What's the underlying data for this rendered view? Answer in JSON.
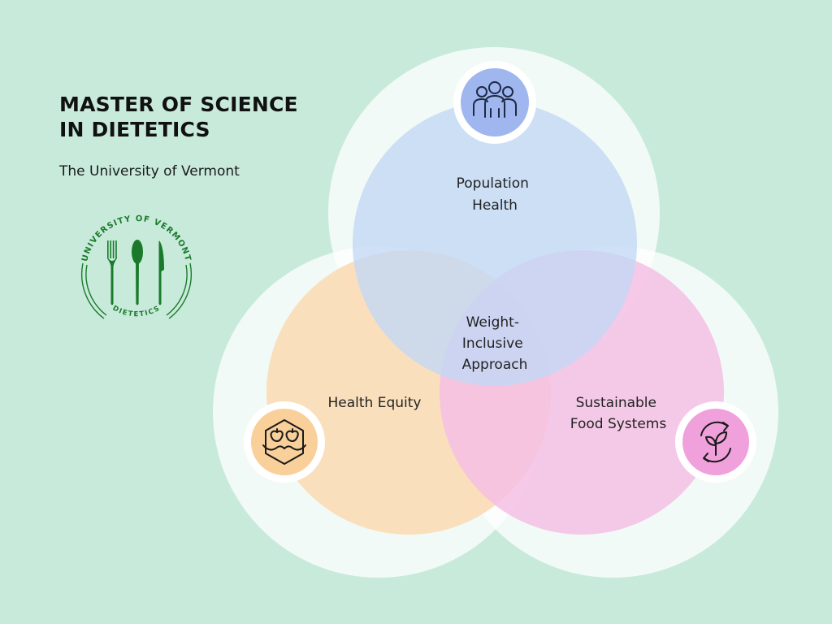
{
  "header": {
    "title_line1": "MASTER OF SCIENCE",
    "title_line2": "IN DIETETICS",
    "subtitle": "The University of Vermont"
  },
  "logo": {
    "arc_text": "UNIVERSITY OF VERMONT",
    "bottom_text": "DIETETICS",
    "color": "#1b7a2a"
  },
  "diagram": {
    "sets": [
      {
        "key": "population",
        "label_lines": [
          "Population",
          "Health"
        ],
        "color": "#c9dcf5",
        "icon": "people-icon",
        "icon_bg": "#9fb6ef"
      },
      {
        "key": "equity",
        "label_lines": [
          "Health Equity"
        ],
        "color": "#fbdfbf",
        "icon": "apples-hands-icon",
        "icon_bg": "#f9cf9a"
      },
      {
        "key": "sustainable",
        "label_lines": [
          "Sustainable",
          "Food Systems"
        ],
        "color": "#f4c2e6",
        "icon": "recycle-leaf-icon",
        "icon_bg": "#f0a0da"
      }
    ],
    "center": {
      "label_lines": [
        "Weight-",
        "Inclusive",
        "Approach"
      ]
    }
  }
}
